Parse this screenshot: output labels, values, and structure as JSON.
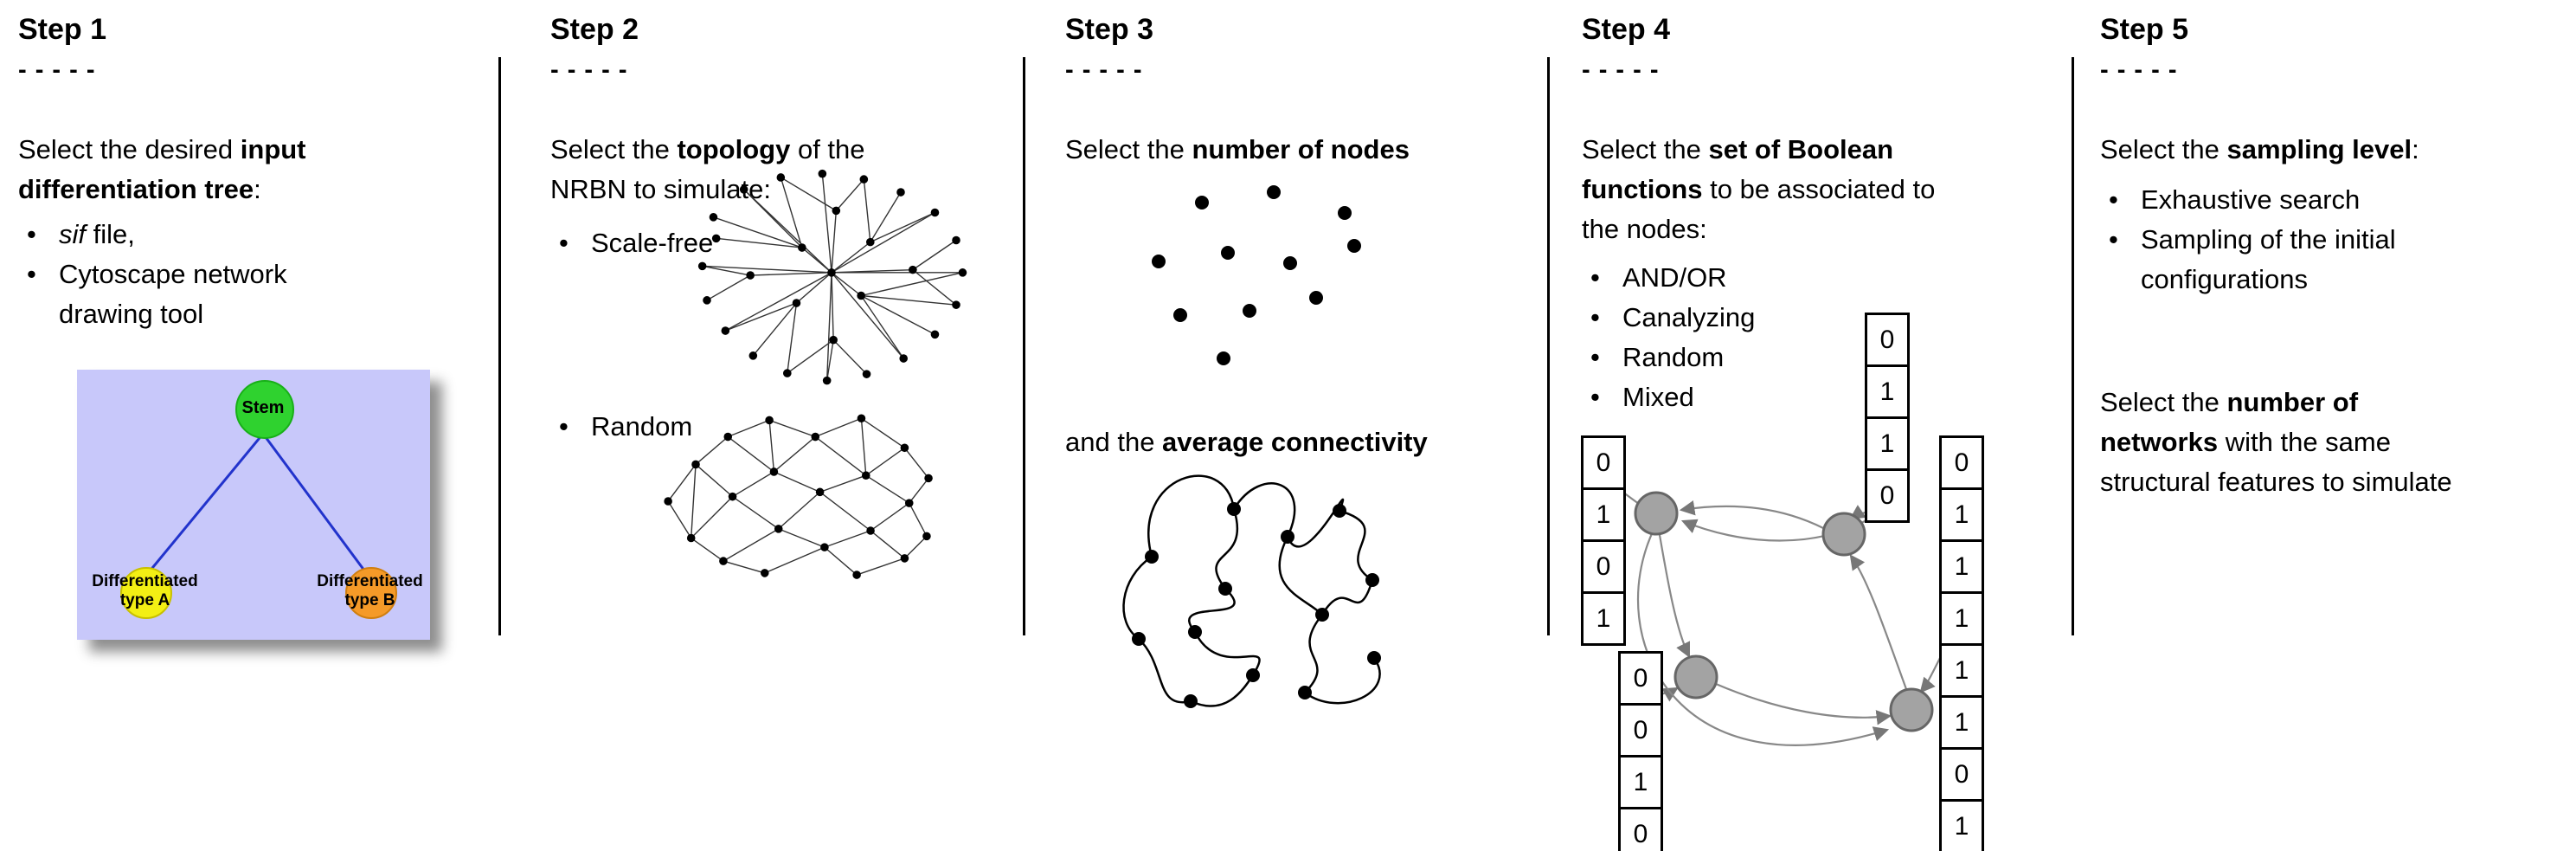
{
  "figure": {
    "steps": [
      {
        "title": "Step 1",
        "dashes": "- - - - -",
        "intro": {
          "pre": "Select the desired ",
          "bold_l1": "input",
          "bold_l2": "differentiation tree",
          "post": ":"
        },
        "bullets": {
          "sif_italic": "sif",
          "sif_rest": " file,",
          "cyto_l1": "Cytoscape network",
          "cyto_l2": "drawing tool"
        },
        "tree": {
          "stem": "Stem",
          "type_a_l1": "Differentiated",
          "type_a_l2": "type A",
          "type_b_l1": "Differentiated",
          "type_b_l2": "type B"
        }
      },
      {
        "title": "Step 2",
        "dashes": "- - - - -",
        "intro": {
          "pre": "Select the ",
          "bold": "topology",
          "mid": " of the",
          "l2": "NRBN to simulate:"
        },
        "bullets": {
          "scale_free": "Scale-free",
          "random": "Random"
        }
      },
      {
        "title": "Step 3",
        "dashes": "- - - - -",
        "nodes_line": {
          "pre": "Select the ",
          "bold": "number of nodes"
        },
        "connectivity_line": {
          "pre": "and the ",
          "bold": "average connectivity"
        }
      },
      {
        "title": "Step 4",
        "dashes": "- - - - -",
        "intro": {
          "pre": "Select the ",
          "bold_l1": "set of Boolean",
          "bold_l2": "functions",
          "mid": " to be associated to",
          "l3": "the nodes:"
        },
        "bullets": [
          "AND/OR",
          "Canalyzing",
          "Random",
          "Mixed"
        ],
        "tables": {
          "top": [
            "0",
            "1",
            "1",
            "0"
          ],
          "left": [
            "0",
            "1",
            "0",
            "1"
          ],
          "bottom_left": [
            "0",
            "0",
            "1",
            "0"
          ],
          "right": [
            "0",
            "1",
            "1",
            "1",
            "1",
            "1",
            "0",
            "1"
          ]
        }
      },
      {
        "title": "Step 5",
        "dashes": "- - - - -",
        "sampling": {
          "pre": "Select the ",
          "bold": "sampling level",
          "post": ":"
        },
        "bullets": {
          "exhaustive": "Exhaustive search",
          "sampling_l1": "Sampling of the initial",
          "sampling_l2": "configurations"
        },
        "networks": {
          "l1_pre": "Select the ",
          "l1_bold": "number of",
          "l2_bold": "networks",
          "l2_rest": " with the same",
          "l3": "structural features to simulate"
        }
      }
    ],
    "colors": {
      "stem_green": "#2fd22f",
      "type_a_yellow": "#f3ef14",
      "type_b_orange": "#f59a28",
      "tree_background": "#c8c8fa",
      "tree_edge_blue": "#2233cc",
      "boolean_node_gray": "#a3a3a3",
      "arrow_gray": "#888888"
    }
  }
}
